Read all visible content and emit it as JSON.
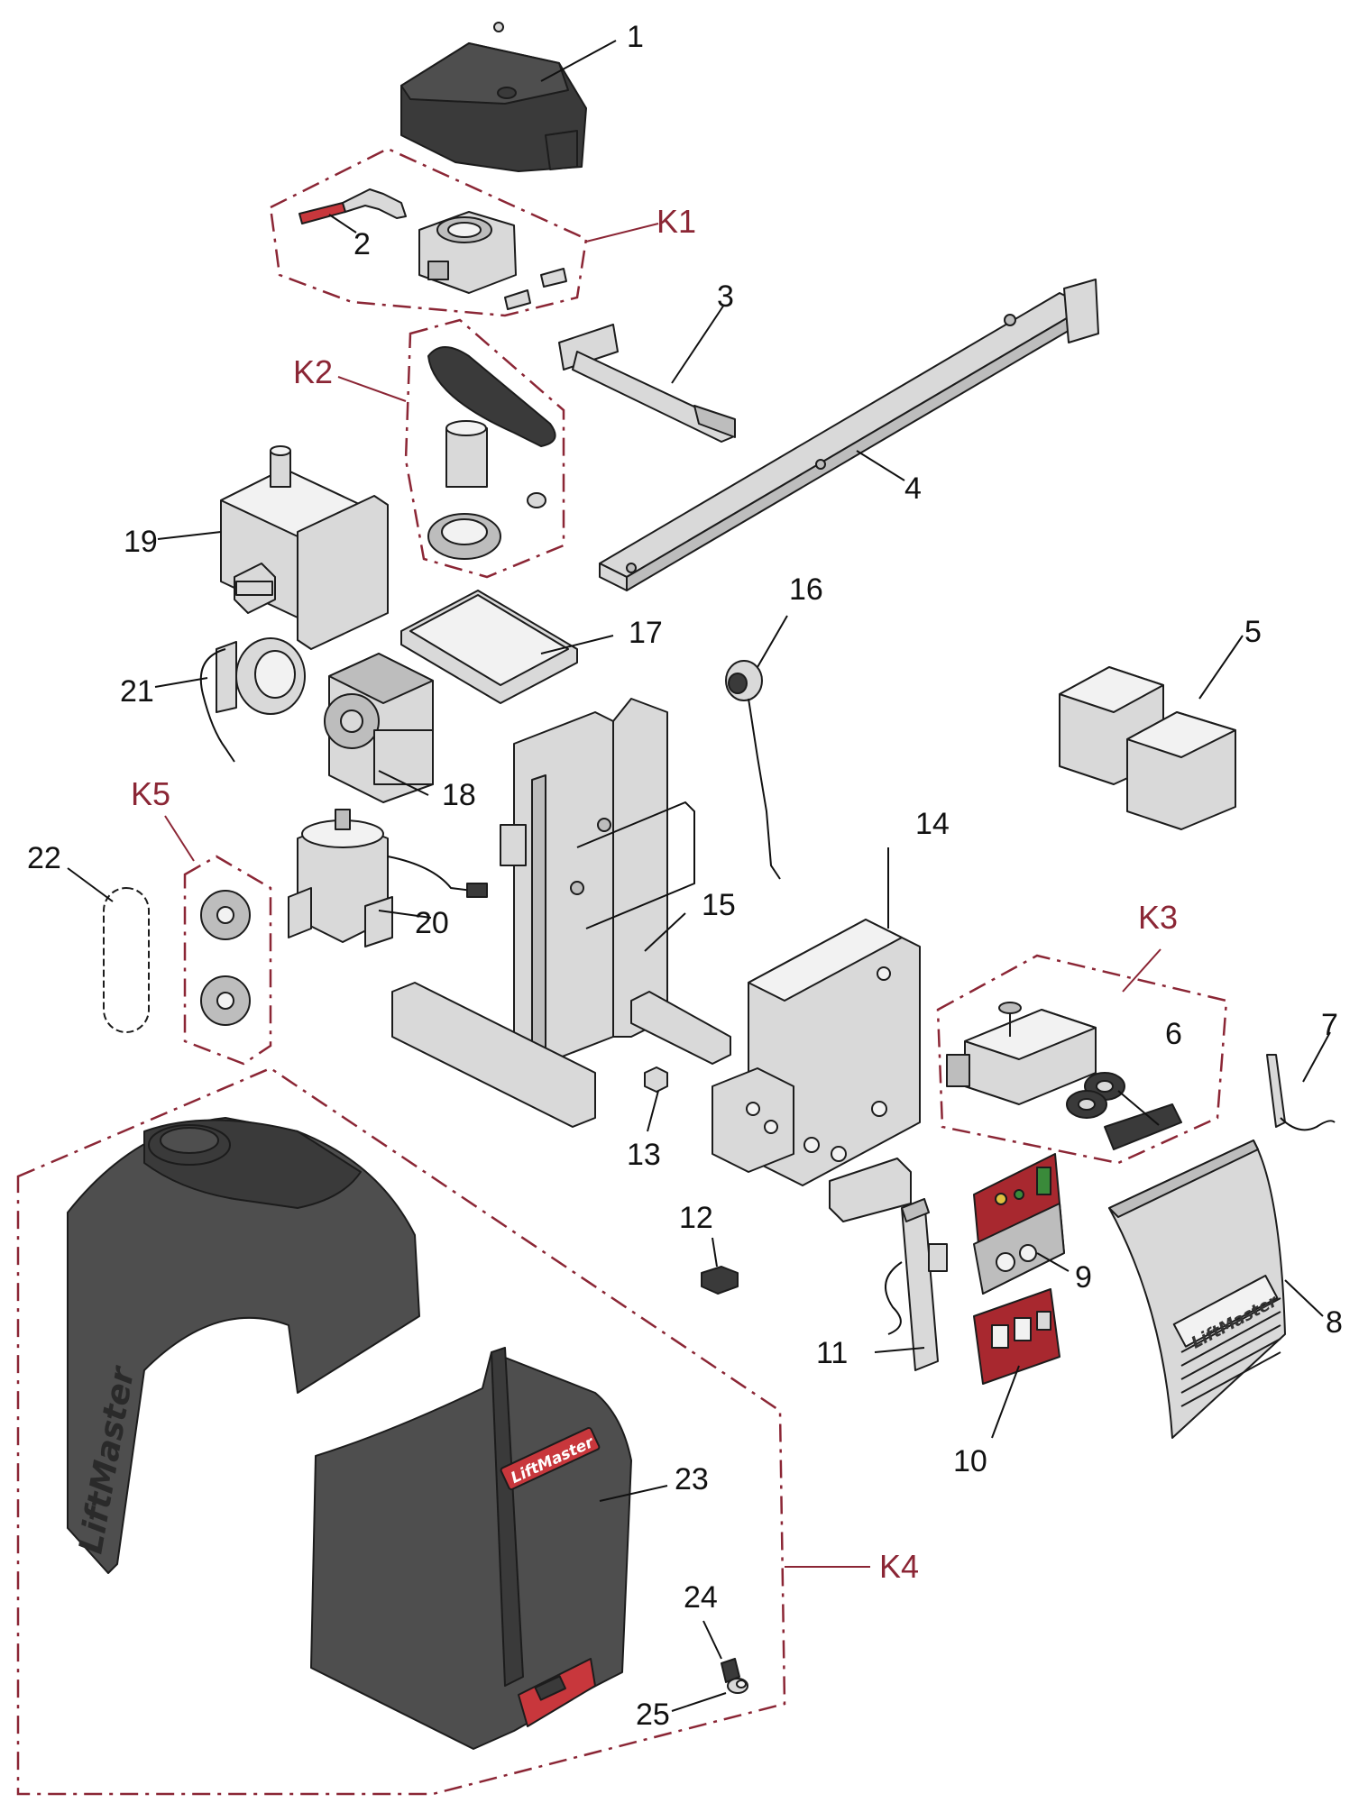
{
  "part_numbers": [
    "1",
    "2",
    "3",
    "4",
    "5",
    "6",
    "7",
    "8",
    "9",
    "10",
    "11",
    "12",
    "13",
    "14",
    "15",
    "16",
    "17",
    "18",
    "19",
    "20",
    "21",
    "22",
    "23",
    "24",
    "25"
  ],
  "kits": [
    "K1",
    "K2",
    "K3",
    "K4",
    "K5"
  ],
  "brand": {
    "text": "LiftMaster",
    "colors": {
      "red": "#c8373c",
      "kit_outline": "#8b2635",
      "housing": "#4e4e4e"
    }
  }
}
